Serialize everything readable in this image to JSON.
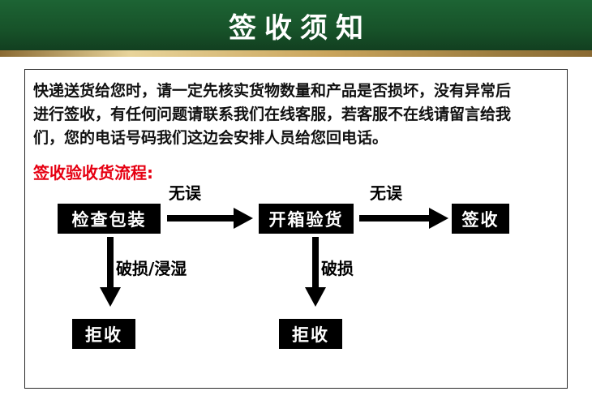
{
  "header": {
    "title": "签收须知"
  },
  "colors": {
    "header_green": "#175229",
    "gold_accent": "#caa55c",
    "heading_red": "#e60012",
    "node_background": "#000000",
    "node_text": "#ffffff"
  },
  "notice": {
    "lines": [
      "快递送货给您时，请一定先核实货物数量和产品是否损坏，没有异常后",
      "进行签收，有任何问题请联系我们在线客服，若客服不在线请留言给我",
      "们，您的电话号码我们这边会安排人员给您回电话。"
    ]
  },
  "process": {
    "heading": "签收验收货流程:",
    "nodes": {
      "check_packaging": "检查包装",
      "open_inspect": "开箱验货",
      "sign": "签收",
      "reject_1": "拒收",
      "reject_2": "拒收"
    },
    "edges": {
      "ok_1": "无误",
      "ok_2": "无误",
      "damaged_wet": "破损/浸湿",
      "damaged": "破损"
    }
  }
}
